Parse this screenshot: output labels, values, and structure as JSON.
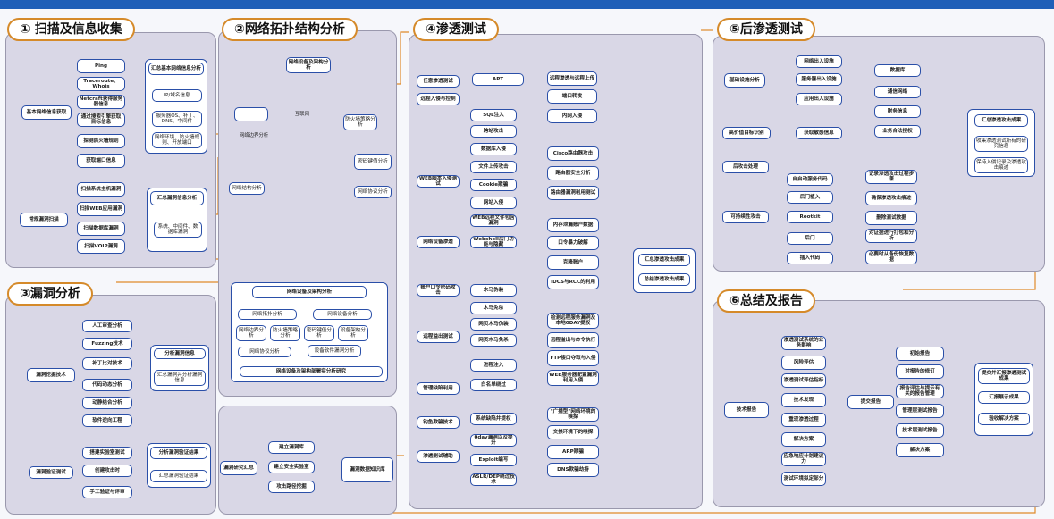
{
  "s1": {
    "title": "① 扫描及信息收集",
    "root1": "基本网络信息获取",
    "items1": [
      "Ping",
      "Traceroute、Whois",
      "Netcraft获得服务器信息",
      "通过搜索引擎获取目标信息",
      "探测防火墙规则",
      "获取端口信息"
    ],
    "sum1_title": "汇总基本网络信息分析",
    "sum1_items": [
      "IP/域名信息",
      "服务器OS、补丁、DNS、中间件",
      "网络环境、防火墙规则、开放端口"
    ],
    "root2": "常规漏洞扫描",
    "items2": [
      "扫描系统主机漏洞",
      "扫描WEB应用漏洞",
      "扫描数据库漏洞",
      "扫描VOIP漏洞"
    ],
    "sum2_title": "汇总漏洞信息分析",
    "sum2_item": "系统、中间件、数据库漏洞"
  },
  "s2": {
    "title": "②网络拓扑结构分析",
    "top": "网络设备及架构分析",
    "internet": "互联网",
    "left": "网络边界分析",
    "right": "防火墙策略分析",
    "mid_left": "网络结构分析",
    "mid_right1": "密码键值分析",
    "mid_right2": "网络协议分析",
    "sum_title": "网络设备及架构分析",
    "sum_row1": [
      "网络拓扑分析",
      "网络设备分析"
    ],
    "sum_row2": [
      "网络边界分析",
      "防火墙策略分析",
      "密码键值分析",
      "设备架构分析"
    ],
    "sum_row3": [
      "网络协议分析",
      "设备软件漏洞分析"
    ],
    "sum_bottom": "网络设备及架构部署实分析研究"
  },
  "s3": {
    "title": "③漏洞分析",
    "root1": "漏洞挖掘技术",
    "items1": [
      "人工审查分析",
      "Fuzzing技术",
      "补丁比对技术",
      "代码动态分析",
      "动静结合分析",
      "软件逆向工程"
    ],
    "sum1_title": "分析漏洞信息",
    "sum1_item": "汇总漏洞并分析漏洞信息",
    "root2": "漏洞验证测试",
    "items2": [
      "搭建实验室测试",
      "创建攻击时",
      "手工验证与评审"
    ],
    "sum2_title": "分析漏洞验证结果",
    "sum2_item": "汇总漏洞验证结果",
    "research": "漏洞研究汇总",
    "db_items": [
      "建立漏洞库",
      "建立安全实验室",
      "攻击路径挖掘"
    ],
    "db": "漏洞数据知识库"
  },
  "s4": {
    "title": "④渗透测试",
    "left": [
      "任意渗透测试",
      "远程入侵与控制",
      "WEB脚本入侵测试",
      "网络设备渗透",
      "账户口令密码攻击",
      "远程溢出测试",
      "管理缺陷利用",
      "钓鱼欺骗技术",
      "渗透测试辅助"
    ],
    "apt": "APT",
    "remote": [
      "远程渗透与远程上传",
      "端口转发",
      "内网入侵"
    ],
    "web": [
      "SQL注入",
      "跨站攻击",
      "数据库入侵",
      "文件上传攻击",
      "Cookie欺骗",
      "网站入侵",
      "WEB远程文件包含漏洞",
      "Webshell后门功能与隐藏"
    ],
    "web_res": [
      "Cisco路由器攻击",
      "路由器安全分析",
      "路由器漏洞利用测试"
    ],
    "net": [
      "内存泄漏账户数据",
      "口令暴力破解",
      "克隆账户",
      "IDCS与RCC的利用"
    ],
    "acct": [
      "木马伪装",
      "木马免杀",
      "网页木马伪装",
      "网页木马免杀",
      "进程注入",
      "白名单绕过"
    ],
    "remote_res": [
      "检测远程服务漏洞及本地0DAY提权",
      "远程溢出与命令执行",
      "FTP接口夺取与入侵",
      "WEB服务器配置漏洞利用入侵"
    ],
    "phish": [
      "系统缺陷并提权",
      "0day漏洞以及提升",
      "Exploit编写",
      "ASLR/DEP绕过技术"
    ],
    "phish_res": [
      "\"广播型\"网络环境的嗅探",
      "交换环境下的嗅探",
      "ARP欺骗",
      "DNS欺骗劫持"
    ],
    "sum": [
      "汇总渗透攻击成果",
      "总结渗透攻击成果"
    ]
  },
  "s5": {
    "title": "⑤后渗透测试",
    "root1": "基础设施分析",
    "infra": [
      "网络出入设施",
      "服务器出入设施",
      "应用出入设施"
    ],
    "info": [
      "数据库",
      "通信网络",
      "财务信息",
      "业务合法授权"
    ],
    "root2": "高价值目标识别",
    "gain": "获取敏感信息",
    "root3": "后攻击处理",
    "root4": "可持续性攻击",
    "persist": [
      "自启动服务代码",
      "后门植入",
      "Rootkit",
      "后门",
      "插入代码"
    ],
    "clean": [
      "记录渗透攻击过程步骤",
      "确保渗透攻击痕迹",
      "删除测试数据",
      "对证据进行打包和分析",
      "必要时从备份恢复数据"
    ],
    "sum_title": "汇总渗透攻击成果",
    "sum_items": [
      "收集渗透测试所有的研究信息",
      "保持入侵记录及渗透攻击痕迹"
    ]
  },
  "s6": {
    "title": "⑥总结及报告",
    "root": "技术报告",
    "items": [
      "渗透测试系统的业务影响",
      "风险评估",
      "渗透测试评估指标",
      "技术发现",
      "重现渗透过程",
      "解决方案",
      "应急响应计划建议力",
      "测试环境拟定部分"
    ],
    "hub": "提交报告",
    "reports": [
      "初始报告",
      "对报告的修订",
      "报告评估与提示有关的报告管理",
      "管理层测试报告",
      "技术层测试报告",
      "解决方案"
    ],
    "final": [
      "提交并汇报渗透测试成果",
      "汇报展示成果",
      "验收解决方案"
    ]
  }
}
